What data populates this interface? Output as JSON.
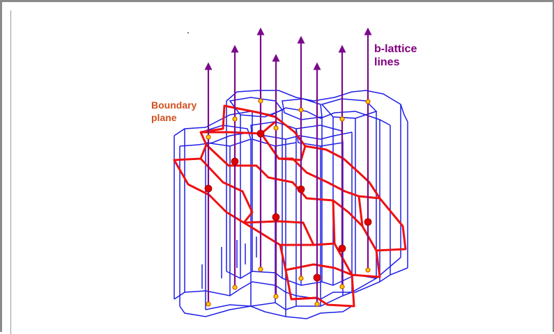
{
  "labels": {
    "lattice_line1": "b-lattice",
    "lattice_line2": "lines",
    "boundary_line1": "Boundary",
    "boundary_line2": "plane"
  },
  "colors": {
    "prism_edges": "#1e1ee6",
    "boundary_plane": "#ee1111",
    "lattice_lines": "#7a0a8a",
    "lattice_label": "#800080",
    "boundary_label": "#d2501e",
    "intersection_point": "#dd0000",
    "lattice_node_fill": "#ffcc00",
    "lattice_node_stroke": "#cc5500"
  }
}
